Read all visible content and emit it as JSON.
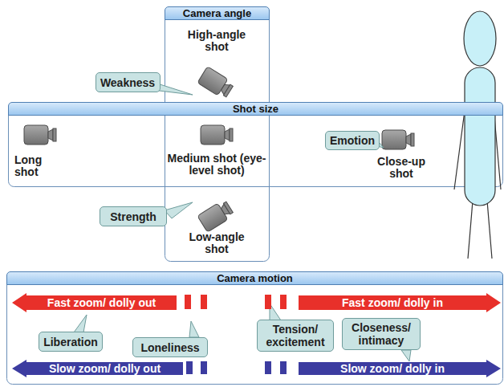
{
  "diagram": {
    "nodes": [
      {
        "text": [
          "Camera angle"
        ]
      },
      {
        "text": [
          "Shot size"
        ]
      },
      {
        "text": [
          "Camera motion"
        ]
      },
      {
        "text": [
          "Weakness"
        ]
      },
      {
        "text": [
          "Emotion"
        ],
        "in": 1
      },
      {
        "text": [
          "Strength"
        ]
      },
      {
        "text": [
          "Liberation"
        ],
        "in": 2
      },
      {
        "text": [
          "Loneliness"
        ],
        "in": 2
      },
      {
        "text": [
          "Tension/ excitement"
        ],
        "in": 2
      },
      {
        "text": [
          "Closeness/ intimacy"
        ],
        "in": 2
      },
      {
        "text": [
          "Fast zoom/ dolly out"
        ],
        "in": 2
      },
      {
        "text": [
          "Fast zoom/ dolly in"
        ],
        "in": 2
      },
      {
        "text": [
          "Slow zoom/ dolly out"
        ],
        "in": 2
      },
      {
        "text": [
          "Slow zoom/ dolly in"
        ],
        "in": 2
      }
    ],
    "labels": [
      "High-angle shot",
      "Long shot",
      "Medium shot (eye-level shot)",
      "Close-up shot",
      "Low-angle shot"
    ]
  }
}
